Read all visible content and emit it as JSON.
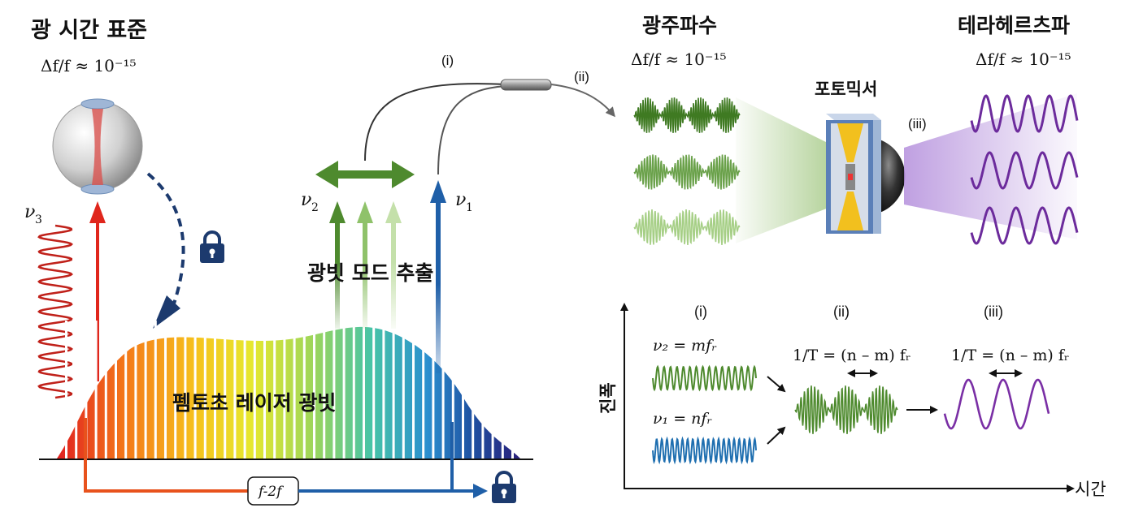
{
  "left": {
    "title": "광 시간 표준",
    "stability": "Δf/f ≈ 10⁻¹⁵",
    "nu3": "ν",
    "nu3_sub": "3"
  },
  "comb": {
    "label": "펨토초 레이저 광빗",
    "extraction_label": "광빗 모드 추출",
    "nu2": "ν",
    "nu2_sub": "2",
    "nu1": "ν",
    "nu1_sub": "1",
    "f2f_label": "f-2f"
  },
  "fiber": {
    "label_i": "(i)",
    "label_ii": "(ii)"
  },
  "optical": {
    "title": "광주파수",
    "stability": "Δf/f ≈ 10⁻¹⁵"
  },
  "mixer": {
    "title": "포토믹서",
    "label_iii": "(iii)"
  },
  "thz": {
    "title": "테라헤르츠파",
    "stability": "Δf/f ≈ 10⁻¹⁵"
  },
  "inset": {
    "y_axis": "진폭",
    "x_axis": "시간",
    "col_i": "(i)",
    "col_ii": "(ii)",
    "col_iii": "(iii)",
    "nu2_eq": "ν₂ = mfᵣ",
    "nu1_eq": "ν₁ = nfᵣ",
    "beat_eq": "1/T = (n – m) fᵣ"
  },
  "colors": {
    "green": "#4e8a2e",
    "green_light": "#9cc47a",
    "blue": "#1f5fa8",
    "red": "#e0261c",
    "purple": "#7a2fa5",
    "navy": "#1c3a6e"
  }
}
